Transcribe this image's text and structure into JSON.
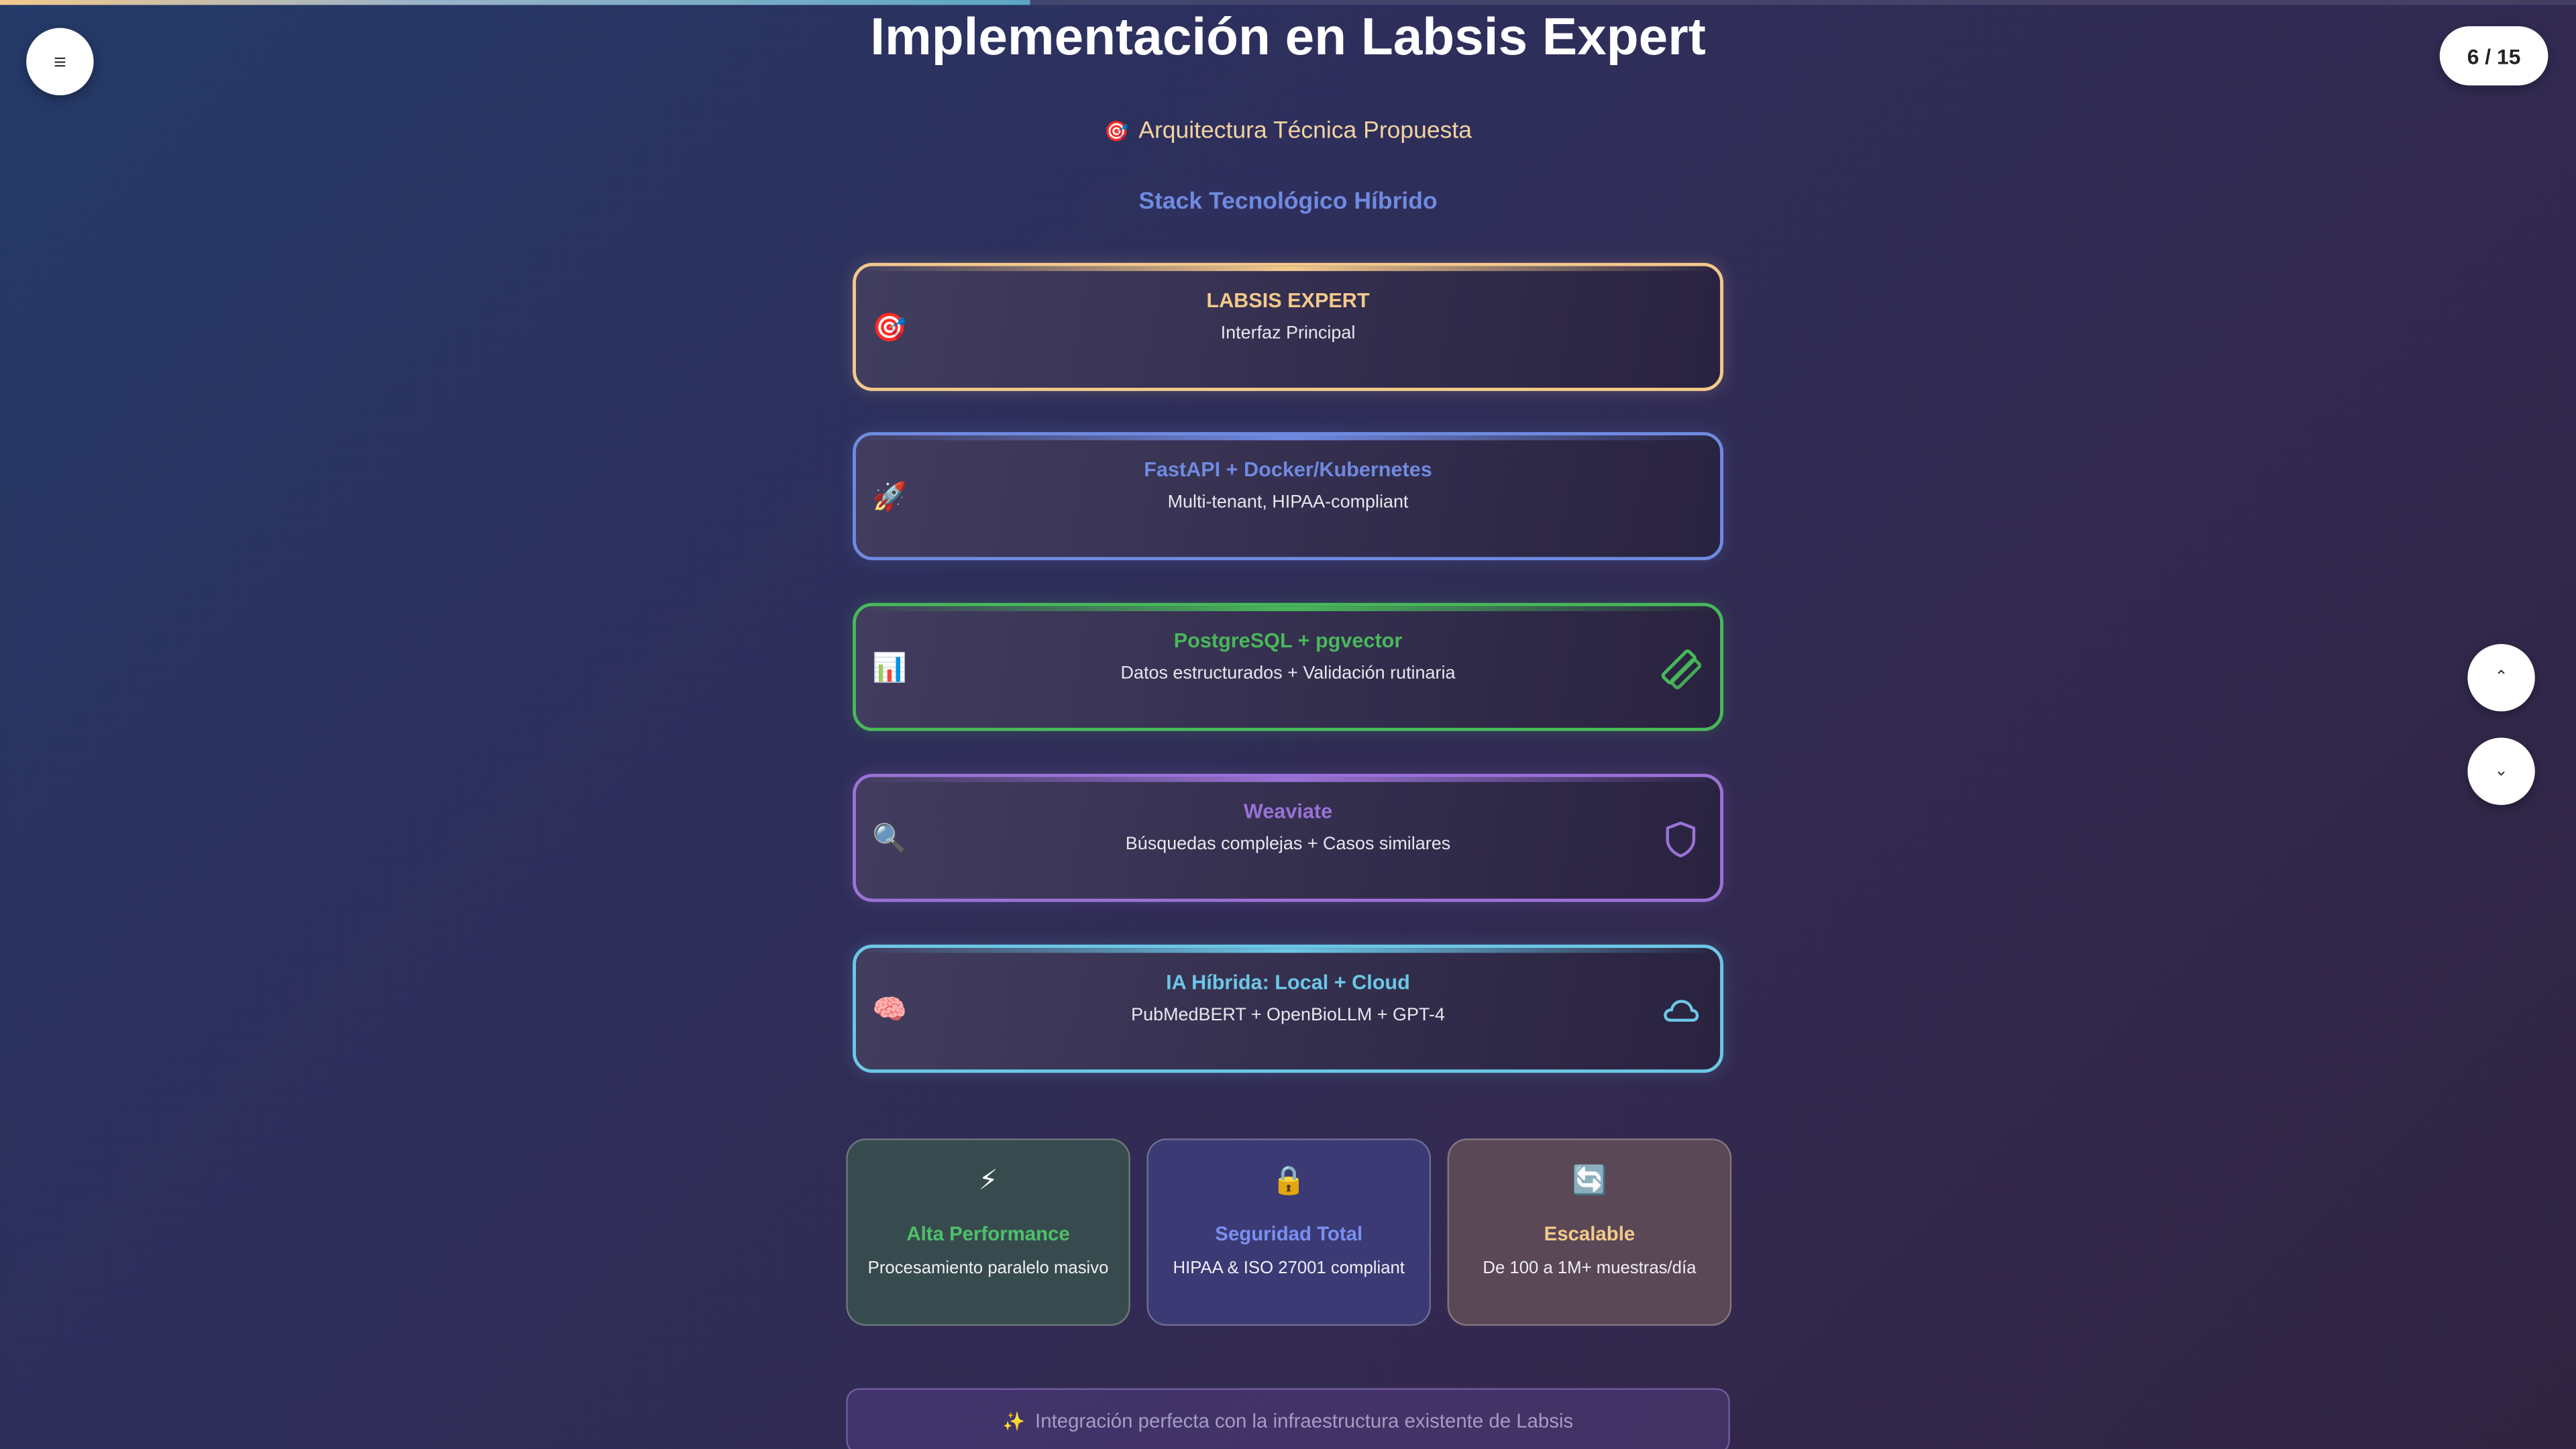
{
  "progress": {
    "fraction": 0.4
  },
  "menu": {
    "icon": "menu-icon",
    "glyph": "≡"
  },
  "page_counter": {
    "text": "6 / 15"
  },
  "nav": {
    "up_glyph": "⌃",
    "down_glyph": "⌄"
  },
  "title": "Implementación en Labsis Expert",
  "subtitle": {
    "emoji": "🎯",
    "text": "Arquitectura Técnica Propuesta"
  },
  "section_heading": "Stack Tecnológico Híbrido",
  "layers": [
    {
      "icon": "target-icon",
      "glyph": "🎯",
      "title": "LABSIS EXPERT",
      "desc": "Interfaz Principal",
      "color": "#f3c98b",
      "trail_icon": ""
    },
    {
      "icon": "rocket-icon",
      "glyph": "🚀",
      "title": "FastAPI + Docker/Kubernetes",
      "desc": "Multi-tenant, HIPAA-compliant",
      "color": "#6f8ae0",
      "trail_icon": ""
    },
    {
      "icon": "bar-chart-icon",
      "glyph": "📊",
      "title": "PostgreSQL + pgvector",
      "desc": "Datos estructurados + Validación rutinaria",
      "color": "#48b85a",
      "trail_icon": "database-icon"
    },
    {
      "icon": "magnifier-icon",
      "glyph": "🔍",
      "title": "Weaviate",
      "desc": "Búsquedas complejas + Casos similares",
      "color": "#9a72d6",
      "trail_icon": "shield-icon"
    },
    {
      "icon": "brain-icon",
      "glyph": "🧠",
      "title": "IA Híbrida: Local + Cloud",
      "desc": "PubMedBERT + OpenBioLLM + GPT-4",
      "color": "#6cc7e6",
      "trail_icon": "cloud-icon"
    }
  ],
  "features": [
    {
      "icon": "lightning-icon",
      "glyph": "⚡",
      "title": "Alta Performance",
      "desc": "Procesamiento paralelo masivo",
      "color": "#4fc06a",
      "bg": "#374b4f"
    },
    {
      "icon": "lock-icon",
      "glyph": "🔒",
      "title": "Seguridad Total",
      "desc": "HIPAA & ISO 27001 compliant",
      "color": "#7b8ff0",
      "bg": "#3b3a74"
    },
    {
      "icon": "refresh-icon",
      "glyph": "🔄",
      "title": "Escalable",
      "desc": "De 100 a 1M+ muestras/día",
      "color": "#f3c98b",
      "bg": "#5a4857"
    }
  ],
  "footer": {
    "emoji": "✨",
    "text": "Integración perfecta con la infraestructura existente de Labsis"
  }
}
